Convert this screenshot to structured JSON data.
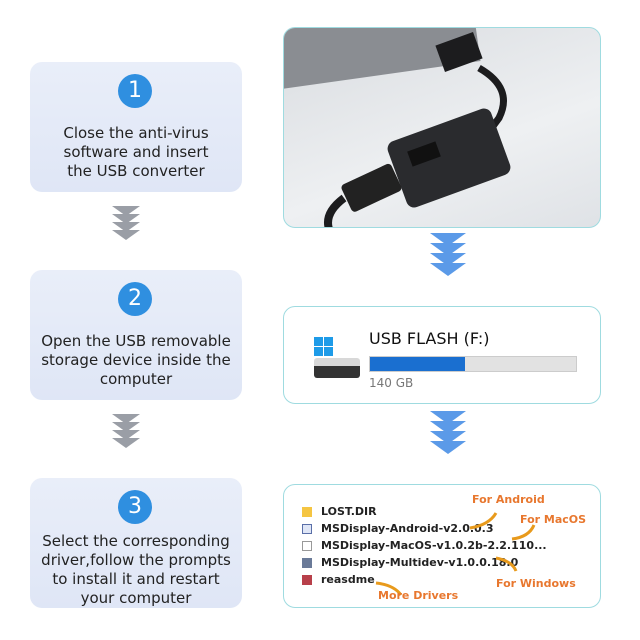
{
  "steps": [
    {
      "number": "1",
      "text": "Close the anti-virus software and insert the USB converter"
    },
    {
      "number": "2",
      "text": "Open the USB removable storage device inside the computer"
    },
    {
      "number": "3",
      "text": "Select the corresponding driver,follow the prompts to install it and restart your computer"
    }
  ],
  "drive": {
    "name": "USB FLASH (F:)",
    "size": "140 GB",
    "usage_fraction": 0.46,
    "bar_color": "#1a6fd0"
  },
  "files": [
    {
      "name": "LOST.DIR",
      "icon": "folder-icon"
    },
    {
      "name": "MSDisplay-Android-v2.0.0.3",
      "icon": "app-icon"
    },
    {
      "name": "MSDisplay-MacOS-v1.0.2b-2.2.110...",
      "icon": "document-icon"
    },
    {
      "name": "MSDisplay-Multidev-v1.0.0.18.0",
      "icon": "monitor-icon"
    },
    {
      "name": "reasdme",
      "icon": "archive-icon"
    }
  ],
  "labels": {
    "android": "For Android",
    "macos": "For MacOS",
    "windows": "For Windows",
    "more": "More Drivers"
  },
  "colors": {
    "accent": "#2f8fe0",
    "label": "#e8772e",
    "border": "#9fdbe0"
  }
}
